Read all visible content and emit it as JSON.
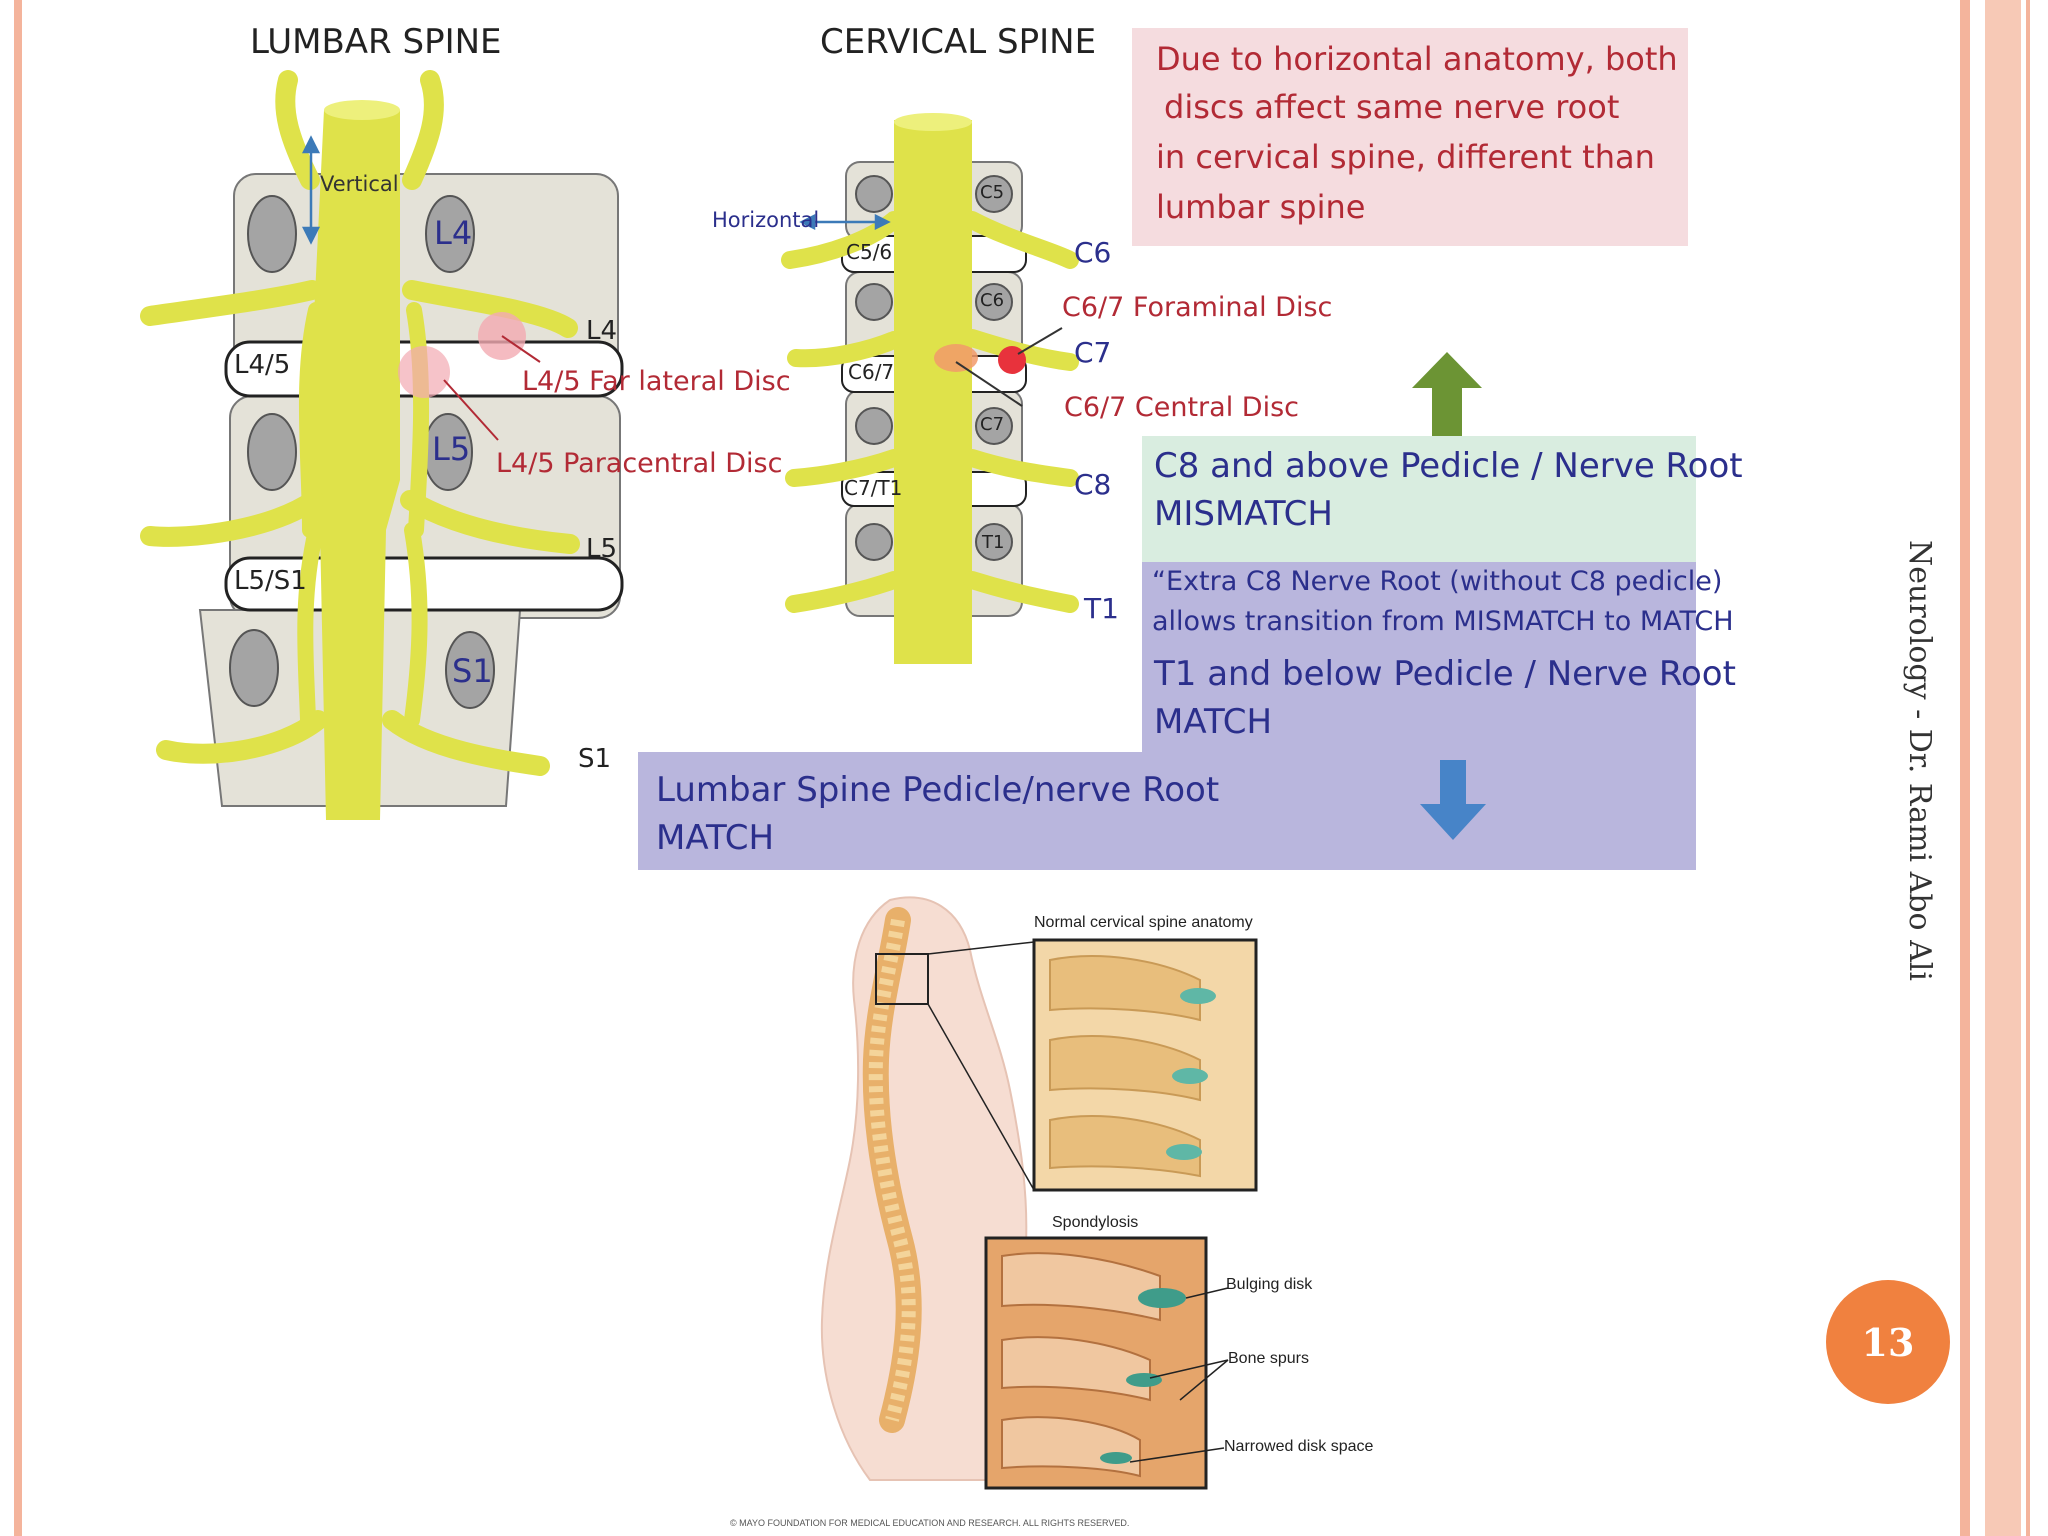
{
  "lumbar": {
    "title": "LUMBAR SPINE",
    "vertical": "Vertical",
    "vertebra_labels": [
      "L4",
      "L5",
      "S1"
    ],
    "disc_labels": [
      "L4/5",
      "L5/S1"
    ],
    "root_labels": [
      "L4",
      "L5",
      "S1"
    ],
    "far_lateral": "L4/5 Far lateral Disc",
    "paracentral": "L4/5 Paracentral Disc"
  },
  "cervical": {
    "title": "CERVICAL SPINE",
    "horizontal": "Horizontal",
    "vertebra_labels": [
      "C5",
      "C6",
      "C7",
      "T1"
    ],
    "disc_labels": [
      "C5/6",
      "C6/7",
      "C7/T1"
    ],
    "root_labels": [
      "C6",
      "C7",
      "C8",
      "T1"
    ],
    "foraminal": "C6/7 Foraminal Disc",
    "central": "C6/7 Central Disc"
  },
  "boxes": {
    "red_line1": "Due to horizontal anatomy, both",
    "red_line2": "discs affect same nerve root",
    "red_line3": "in cervical spine, different than",
    "red_line4": "lumbar spine",
    "green_line1": "C8 and above Pedicle / Nerve Root",
    "green_line2": "MISMATCH",
    "purple_note1": "“Extra C8 Nerve Root (without C8 pedicle)",
    "purple_note2": "allows transition from MISMATCH to MATCH",
    "purple_line1": "T1 and below Pedicle / Nerve Root",
    "purple_line2": "MATCH",
    "lumbar_line1": "Lumbar Spine Pedicle/nerve Root",
    "lumbar_line2": "MATCH"
  },
  "illustration": {
    "normal": "Normal cervical spine anatomy",
    "spondylosis": "Spondylosis",
    "bulging": "Bulging disk",
    "spurs": "Bone spurs",
    "narrowed": "Narrowed disk space",
    "copyright": "© MAYO FOUNDATION FOR MEDICAL EDUCATION AND RESEARCH. ALL RIGHTS RESERVED."
  },
  "side_text": "Neurology - Dr. Rami Abo Ali",
  "page_number": "13",
  "colors": {
    "cord": "#dfe24a",
    "vertebra": "#e4e2d8",
    "body": "#a4a4a4",
    "disc_red": "#b22a35",
    "border_salmon": "#f2a58a",
    "green_arrow": "#6c9434",
    "blue_arrow": "#4784c8",
    "badge": "#f0813f"
  }
}
